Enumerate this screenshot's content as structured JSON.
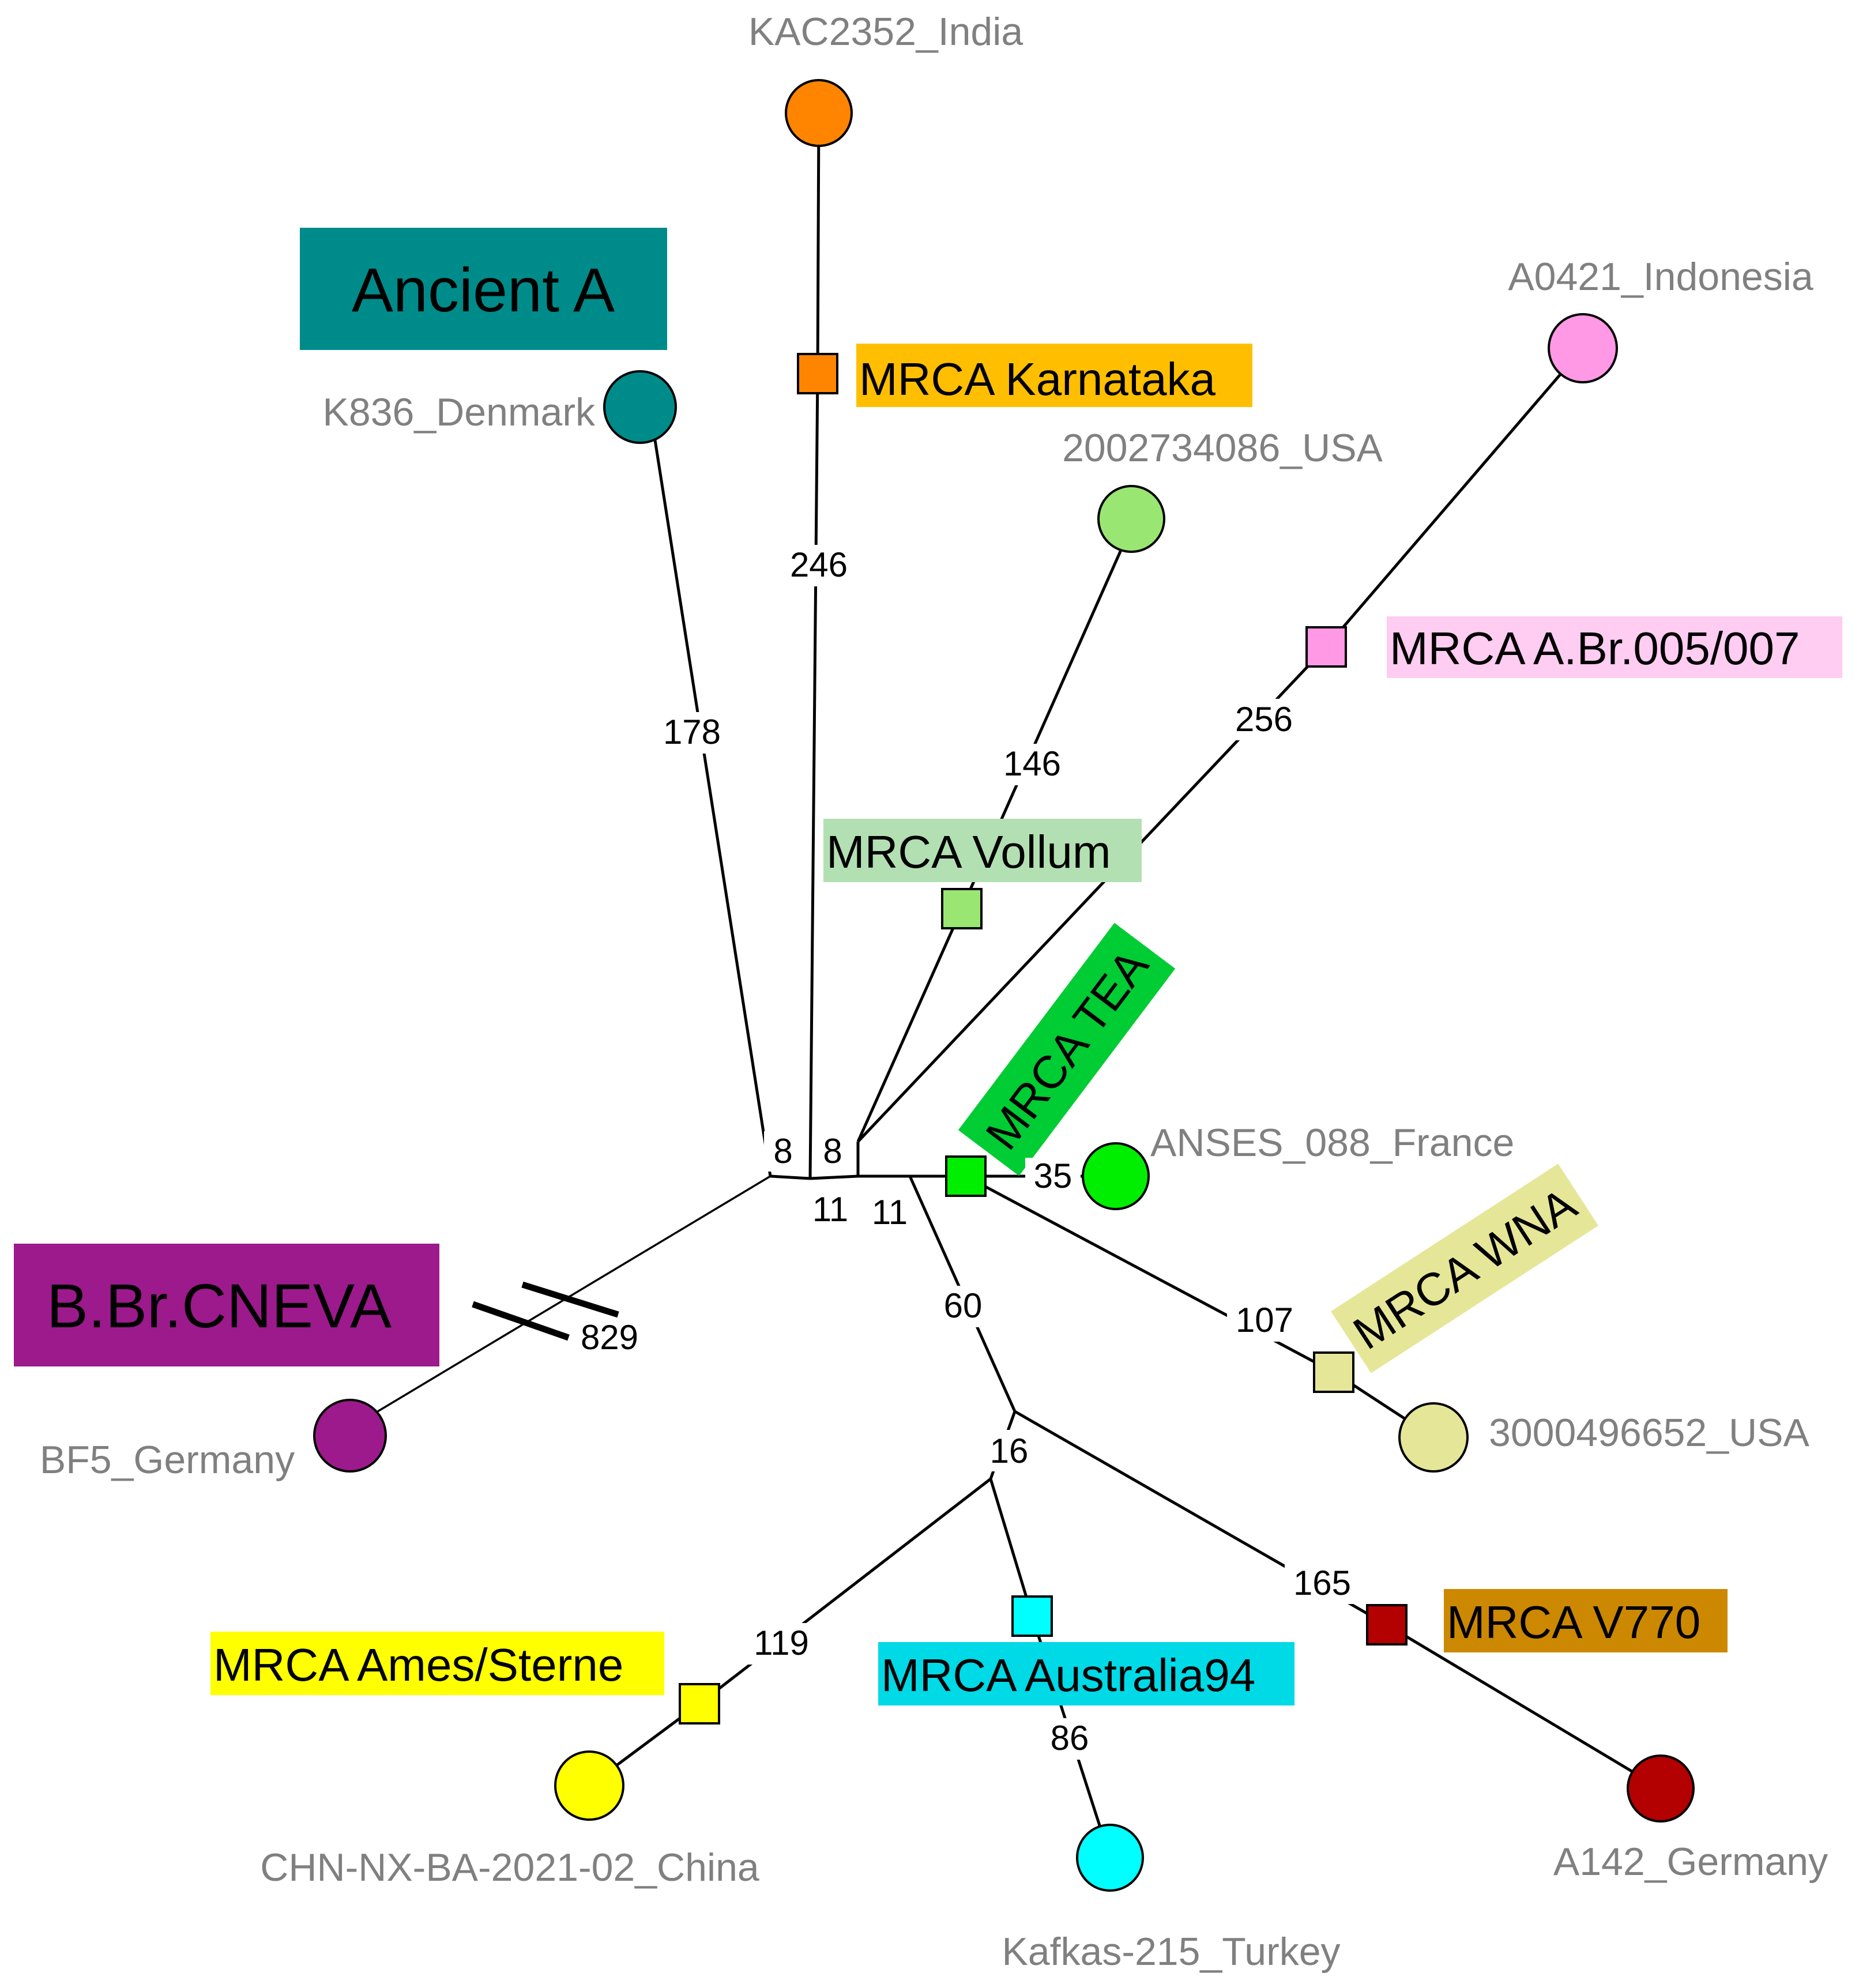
{
  "groups": {
    "ancient_a": {
      "label": "Ancient A",
      "color": "#008B8B"
    },
    "b_br_cneva": {
      "label": "B.Br.CNEVA",
      "color": "#9C1A8C"
    }
  },
  "strains": {
    "kac2352": {
      "label": "KAC2352_India",
      "color": "#FF8500"
    },
    "k836": {
      "label": "K836_Denmark",
      "color": "#008B8B"
    },
    "a0421": {
      "label": "A0421_Indonesia",
      "color": "#FF99E6"
    },
    "usa2002734086": {
      "label": "2002734086_USA",
      "color": "#99E673"
    },
    "anses088": {
      "label": "ANSES_088_France",
      "color": "#00EE00"
    },
    "usa3000496652": {
      "label": "3000496652_USA",
      "color": "#E6E699"
    },
    "bf5": {
      "label": "BF5_Germany",
      "color": "#9C1A8C"
    },
    "chn": {
      "label": "CHN-NX-BA-2021-02_China",
      "color": "#FFFF00"
    },
    "kafkas": {
      "label": "Kafkas-215_Turkey",
      "color": "#00FFFF"
    },
    "a142": {
      "label": "A142_Germany",
      "color": "#B30000"
    }
  },
  "mrca": {
    "karnataka": {
      "label": "MRCA Karnataka",
      "bg": "#FFBF00",
      "node_color": "#FF8500"
    },
    "a_br_005_007": {
      "label": "MRCA A.Br.005/007",
      "bg": "#FFCCF2",
      "node_color": "#FF99E6"
    },
    "vollum": {
      "label": "MRCA Vollum",
      "bg": "#B3E0B3",
      "node_color": "#99E673"
    },
    "tea": {
      "label": "MRCA TEA",
      "bg": "#00CC33",
      "node_color": "#00EE00"
    },
    "wna": {
      "label": "MRCA WNA",
      "bg": "#E6E699",
      "node_color": "#E6E699"
    },
    "ames_sterne": {
      "label": "MRCA Ames/Sterne",
      "bg": "#FFFF00",
      "node_color": "#FFFF00"
    },
    "australia94": {
      "label": "MRCA Australia94",
      "bg": "#00D9E6",
      "node_color": "#00FFFF"
    },
    "v770": {
      "label": "MRCA V770",
      "bg": "#CC8800",
      "node_color": "#B30000"
    }
  },
  "branch_lengths": {
    "b1": "8",
    "b2": "8",
    "b3": "11",
    "b4": "11",
    "b5": "178",
    "b6": "246",
    "b7": "146",
    "b8": "256",
    "b9": "35",
    "b10": "107",
    "b11": "60",
    "b12": "16",
    "b13": "165",
    "b14": "119",
    "b15": "86",
    "b16": "829"
  }
}
